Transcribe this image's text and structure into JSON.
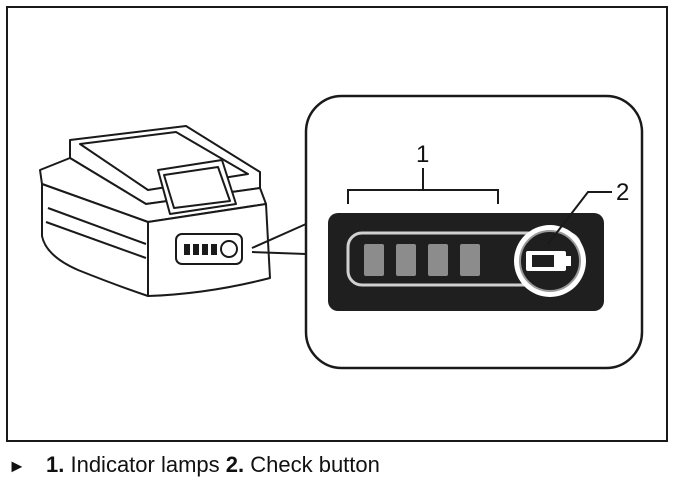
{
  "figure": {
    "callouts": [
      {
        "number": "1",
        "label": "Indicator lamps"
      },
      {
        "number": "2",
        "label": "Check button"
      }
    ],
    "indicator_lamp_count": 4,
    "colors": {
      "panel": "#1f1f1f",
      "lamp": "#8c8c8c",
      "outline": "#1a1a1a",
      "device_fill": "#ffffff"
    }
  },
  "caption": {
    "marker": "►",
    "items": [
      {
        "number": "1.",
        "text": " Indicator lamps "
      },
      {
        "number": "2.",
        "text": " Check button"
      }
    ]
  }
}
